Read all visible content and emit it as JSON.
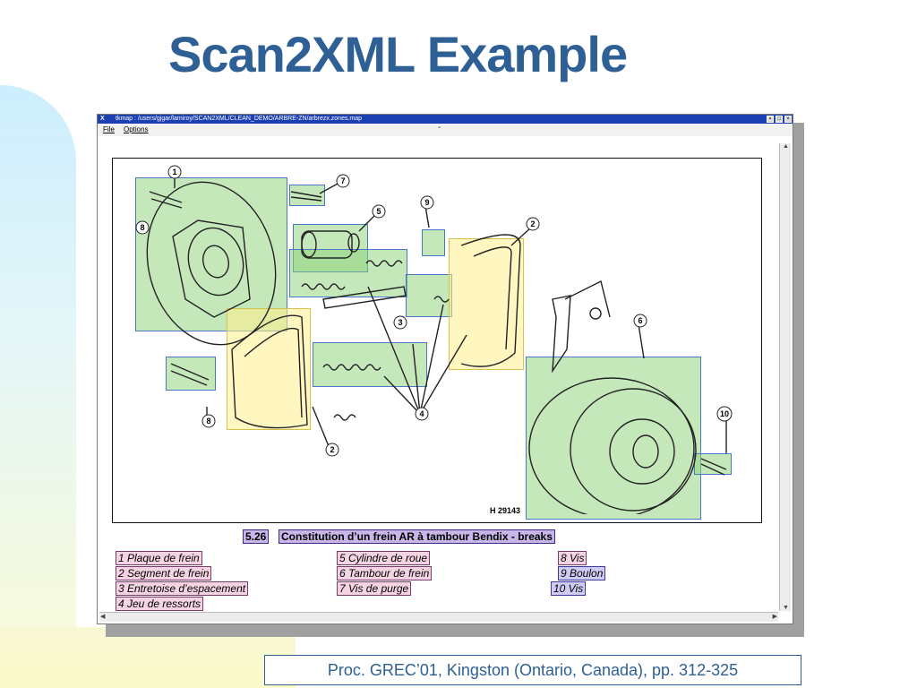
{
  "slide": {
    "title": "Scan2XML Example",
    "citation": "Proc. GREC’01, Kingston (Ontario, Canada), pp. 312-325"
  },
  "window": {
    "title": "tkmap : /users/gjgar/lamiroy/SCAN2XML/CLEAN_DEMO/ARBRE-ZN/arbrezx.zones.map",
    "menu": [
      "File",
      "Options"
    ],
    "buttons": [
      "minimize",
      "maximize",
      "close"
    ]
  },
  "drawing": {
    "code": "H 29143",
    "callouts": [
      "1",
      "7",
      "5",
      "9",
      "2",
      "8",
      "3",
      "6",
      "4",
      "2",
      "8",
      "10"
    ],
    "caption_number": "5.26",
    "caption_title": "Constitution d’un frein AR à tambour Bendix - breaks",
    "legend": [
      "1  Plaque de frein",
      "2  Segment de frein",
      "3  Entretoise d’espacement",
      "4  Jeu de ressorts",
      "5  Cylindre de roue",
      "6  Tambour de frein",
      "7 Vis de purge",
      "8  Vis",
      "9  Boulon",
      "10  Vis"
    ]
  },
  "colors": {
    "title": "#2e6095",
    "titlebar": "#1c3fb2",
    "zone_green": "#8cd278",
    "zone_yellow": "#ffee8c"
  }
}
